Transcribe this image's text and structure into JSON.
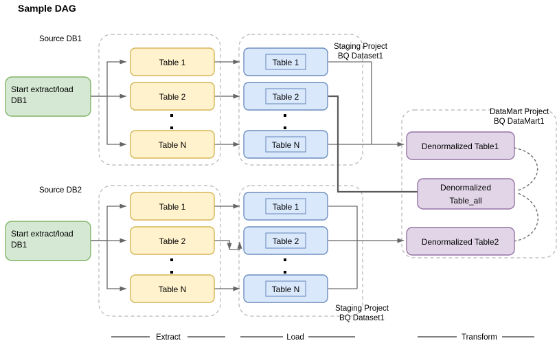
{
  "title": "Sample DAG",
  "groups": {
    "source_db1_label": "Source DB1",
    "source_db2_label": "Source DB2",
    "staging_top_label_line1": "Staging Project",
    "staging_top_label_line2": "BQ Dataset1",
    "staging_bottom_label_line1": "Staging Project",
    "staging_bottom_label_line2": "BQ Dataset1",
    "datamart_label_line1": "DataMart Project",
    "datamart_label_line2": "BQ DataMart1"
  },
  "start_nodes": [
    {
      "id": "start-db1",
      "line1": "Start extract/load",
      "line2": "DB1"
    },
    {
      "id": "start-db2",
      "line1": "Start extract/load",
      "line2": "DB1"
    }
  ],
  "extract_top": [
    {
      "label": "Table 1"
    },
    {
      "label": "Table 2"
    },
    {
      "label": "Table N"
    }
  ],
  "extract_bottom": [
    {
      "label": "Table 1"
    },
    {
      "label": "Table 2"
    },
    {
      "label": "Table N"
    }
  ],
  "load_top": [
    {
      "label": "Table 1"
    },
    {
      "label": "Table 2"
    },
    {
      "label": "Table N"
    }
  ],
  "load_bottom": [
    {
      "label": "Table 1"
    },
    {
      "label": "Table 2"
    },
    {
      "label": "Table N"
    }
  ],
  "transform": [
    {
      "id": "denorm-table1",
      "line1": "Denormalized Table1",
      "line2": ""
    },
    {
      "id": "denorm-table-all",
      "line1": "Denormalized",
      "line2": "Table_all"
    },
    {
      "id": "denorm-table2",
      "line1": "Denormalized Table2",
      "line2": ""
    }
  ],
  "legend": [
    {
      "label": "Extract"
    },
    {
      "label": "Load"
    },
    {
      "label": "Transform"
    }
  ],
  "colors": {
    "extract_fill": "#fff2cc",
    "extract_stroke": "#d6b656",
    "load_fill": "#dae8fc",
    "load_stroke": "#6c8ebf",
    "transform_fill": "#e1d5e7",
    "transform_stroke": "#9673a6",
    "start_fill": "#d5e8d4",
    "start_stroke": "#82b366",
    "group_stroke": "#b3b3b3",
    "connector": "#666666",
    "text": "#000000"
  }
}
